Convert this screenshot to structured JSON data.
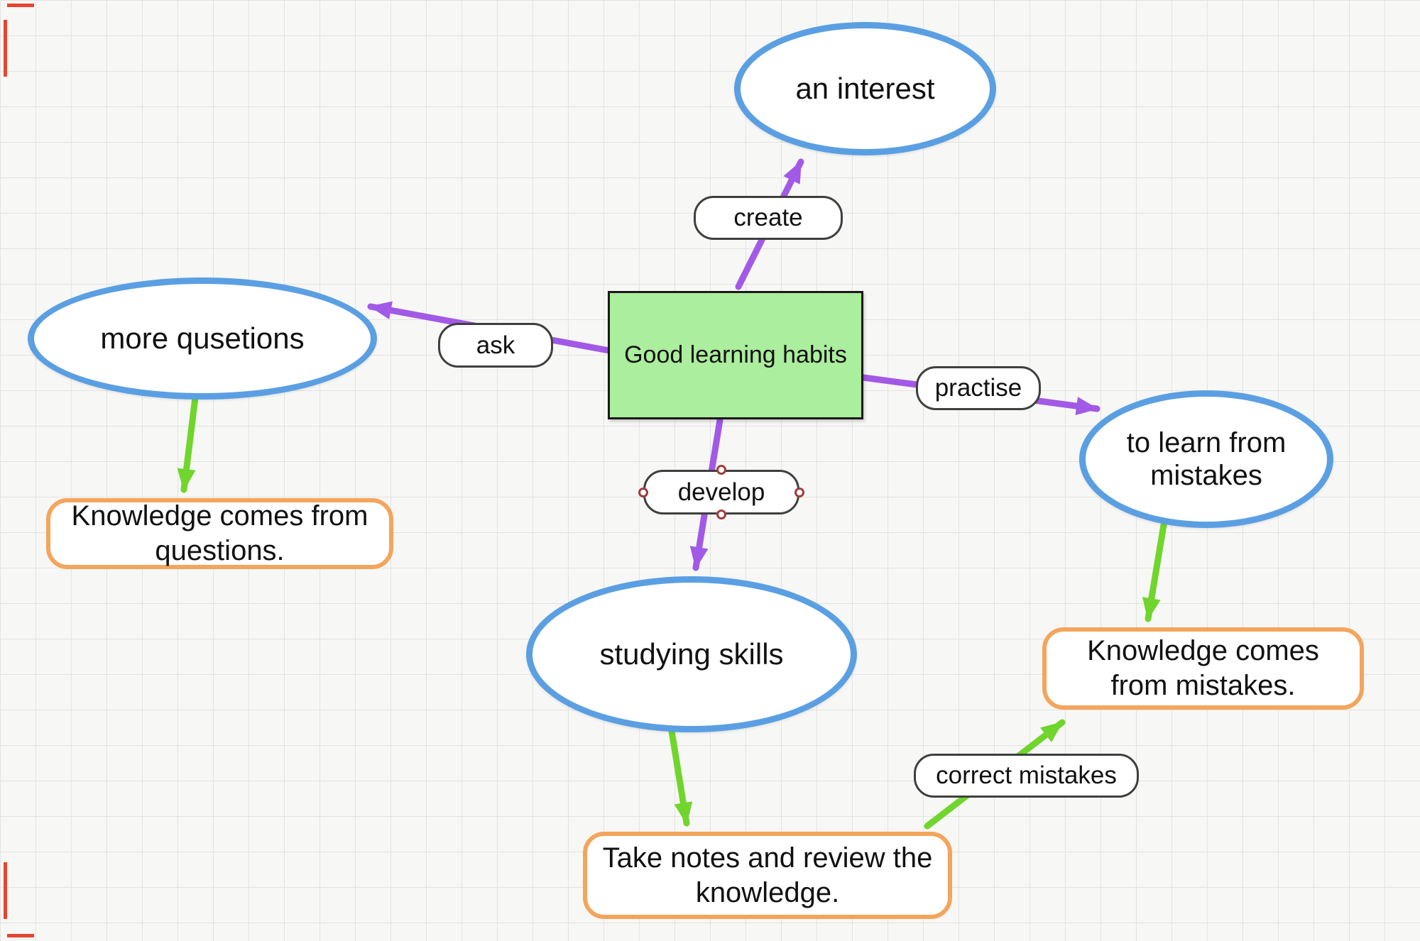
{
  "colors": {
    "canvas_bg": "#f7f7f5",
    "grid_line": "#e3e3e1",
    "node_blue": "#5b9fe3",
    "center_fill": "#abee9d",
    "center_border": "#1a1a1a",
    "outcome_orange": "#f3a55c",
    "label_border": "#3f3f3f",
    "edge_purple": "#a259e6",
    "edge_green": "#70d52c",
    "handle_ring": "#a23b3b",
    "page_mark_red": "#e8442e"
  },
  "nodes": {
    "center": {
      "label": "Good learning habits"
    },
    "an_interest": {
      "label": "an interest"
    },
    "more_questions": {
      "label": "more qusetions"
    },
    "to_learn_from_mistakes": {
      "label": "to learn from mistakes"
    },
    "studying_skills": {
      "label": "studying skills"
    }
  },
  "edge_labels": {
    "create": {
      "label": "create"
    },
    "ask": {
      "label": "ask"
    },
    "practise": {
      "label": "practise"
    },
    "develop": {
      "label": "develop"
    },
    "correct_mistakes": {
      "label": "correct mistakes"
    }
  },
  "outcomes": {
    "from_questions": {
      "label": "Knowledge comes from questions."
    },
    "from_mistakes": {
      "label": "Knowledge comes from mistakes."
    },
    "take_notes": {
      "label": "Take notes and review the knowledge."
    }
  }
}
